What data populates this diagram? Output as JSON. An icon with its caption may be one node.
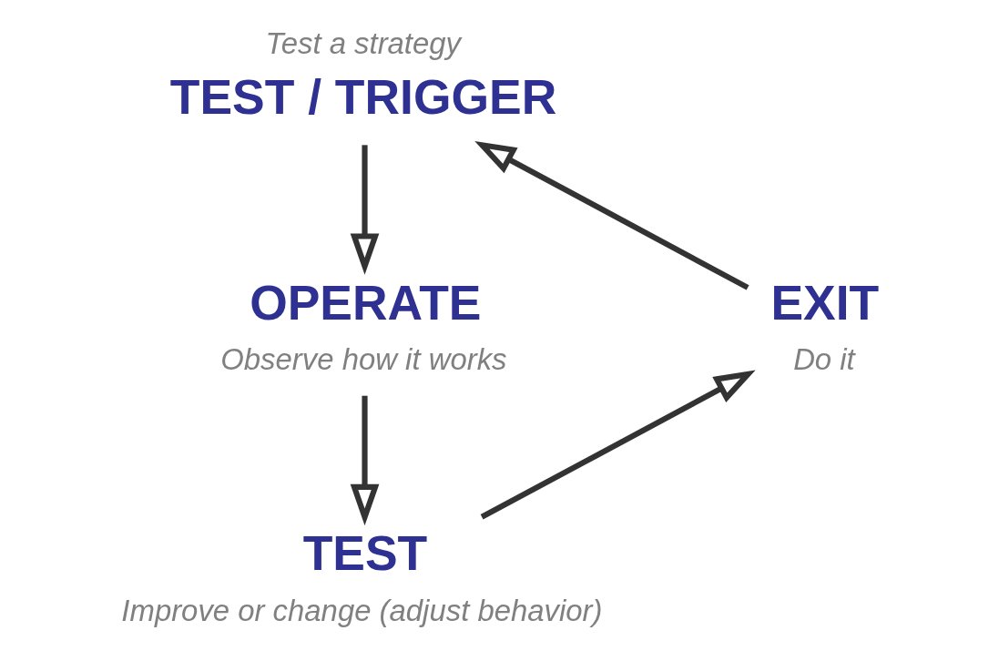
{
  "diagram": {
    "nodes": [
      {
        "text": [
          "TEST / TRIGGER"
        ],
        "beside": [
          "Test a strategy"
        ]
      },
      {
        "text": [
          "OPERATE"
        ],
        "beside": [
          "Observe how it works"
        ]
      },
      {
        "text": [
          "TEST"
        ],
        "beside": [
          "Improve or change (adjust behavior)"
        ]
      },
      {
        "text": [
          "EXIT"
        ],
        "beside": [
          "Do it"
        ]
      }
    ],
    "edges": [
      {
        "from": 3,
        "to": 0,
        "arrow": "to"
      },
      {
        "from": 0,
        "to": 1,
        "arrow": "to"
      },
      {
        "from": 1,
        "to": 2,
        "arrow": "to"
      },
      {
        "from": 2,
        "to": 3,
        "arrow": "to"
      }
    ]
  }
}
